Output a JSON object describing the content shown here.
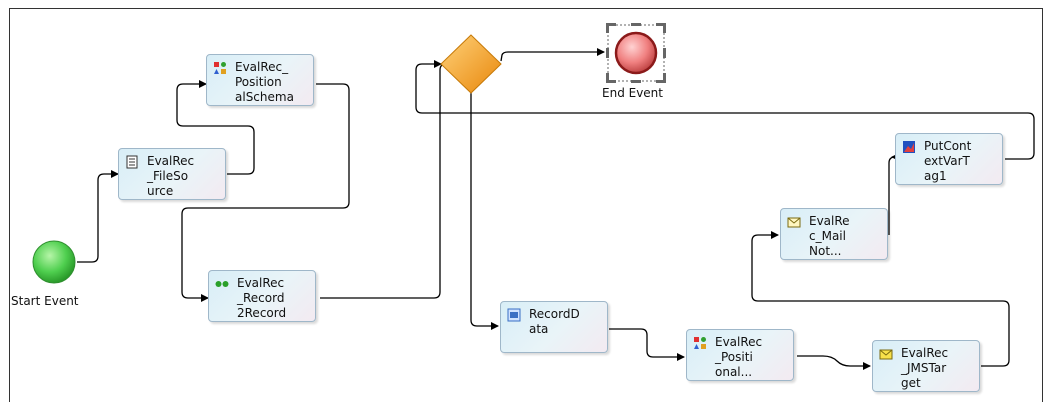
{
  "diagram": {
    "events": {
      "start": {
        "label": "Start Event"
      },
      "end": {
        "label": "End Event"
      }
    },
    "tasks": {
      "filesource": {
        "label": "EvalRec\n_FileSo\nurce",
        "icon": "document-icon"
      },
      "positional_schema": {
        "label": "EvalRec_\nPosition\nalSchema",
        "icon": "schema-icon"
      },
      "record2record": {
        "label": "EvalRec\n_Record\n2Record",
        "icon": "transform-icon"
      },
      "recorddata": {
        "label": "RecordD\nata",
        "icon": "data-icon"
      },
      "positional": {
        "label": "EvalRec\n_Positi\nonal...",
        "icon": "schema-icon"
      },
      "jmstarget": {
        "label": "EvalRec\n_JMSTar\nget",
        "icon": "jms-mail-icon"
      },
      "mailnot": {
        "label": "EvalRe\nc_Mail\nNot...",
        "icon": "mail-icon"
      },
      "putcontext": {
        "label": "PutCont\nextVarT\nag1",
        "icon": "chart-icon"
      }
    },
    "gateway": {
      "type": "exclusive"
    },
    "colors": {
      "start_fill": "#4fcf4f",
      "end_fill": "#f08080",
      "gateway_fill": "#f5a623",
      "connector": "#000000"
    }
  }
}
